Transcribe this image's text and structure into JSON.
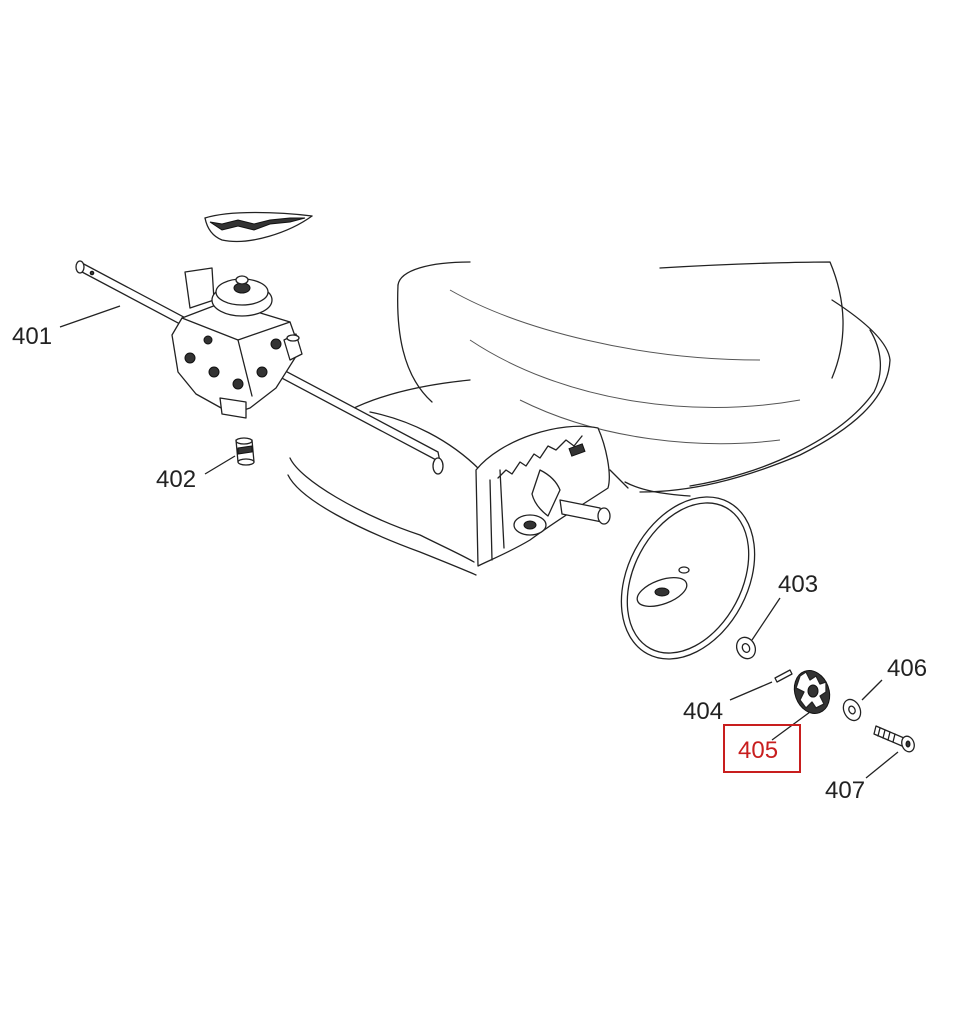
{
  "diagram": {
    "callouts": [
      {
        "id": "401",
        "text": "401"
      },
      {
        "id": "402",
        "text": "402"
      },
      {
        "id": "403",
        "text": "403"
      },
      {
        "id": "404",
        "text": "404"
      },
      {
        "id": "405",
        "text": "405",
        "highlighted": true
      },
      {
        "id": "406",
        "text": "406"
      },
      {
        "id": "407",
        "text": "407"
      }
    ],
    "highlight_color": "#c81e1e",
    "line_color": "#222222"
  }
}
